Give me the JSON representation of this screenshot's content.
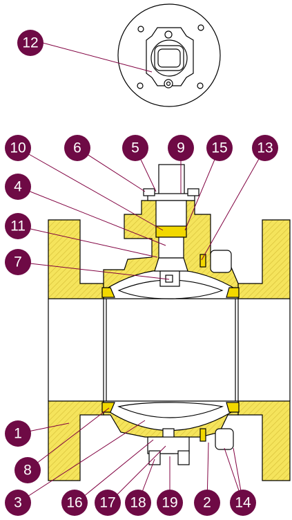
{
  "colors": {
    "body": "#F5E45C",
    "hatch": "#D9C23A",
    "seat": "#F2D800",
    "callout": "#6E0A45",
    "outline": "#000000",
    "leader": "#800040"
  },
  "callouts": [
    {
      "id": "1",
      "label": "1"
    },
    {
      "id": "2",
      "label": "2"
    },
    {
      "id": "3",
      "label": "3"
    },
    {
      "id": "4",
      "label": "4"
    },
    {
      "id": "5",
      "label": "5"
    },
    {
      "id": "6",
      "label": "6"
    },
    {
      "id": "7",
      "label": "7"
    },
    {
      "id": "8",
      "label": "8"
    },
    {
      "id": "9",
      "label": "9"
    },
    {
      "id": "10",
      "label": "10"
    },
    {
      "id": "11",
      "label": "11"
    },
    {
      "id": "12",
      "label": "12"
    },
    {
      "id": "13",
      "label": "13"
    },
    {
      "id": "14",
      "label": "14"
    },
    {
      "id": "15",
      "label": "15"
    },
    {
      "id": "16",
      "label": "16"
    },
    {
      "id": "17",
      "label": "17"
    },
    {
      "id": "18",
      "label": "18"
    },
    {
      "id": "19",
      "label": "19"
    }
  ]
}
